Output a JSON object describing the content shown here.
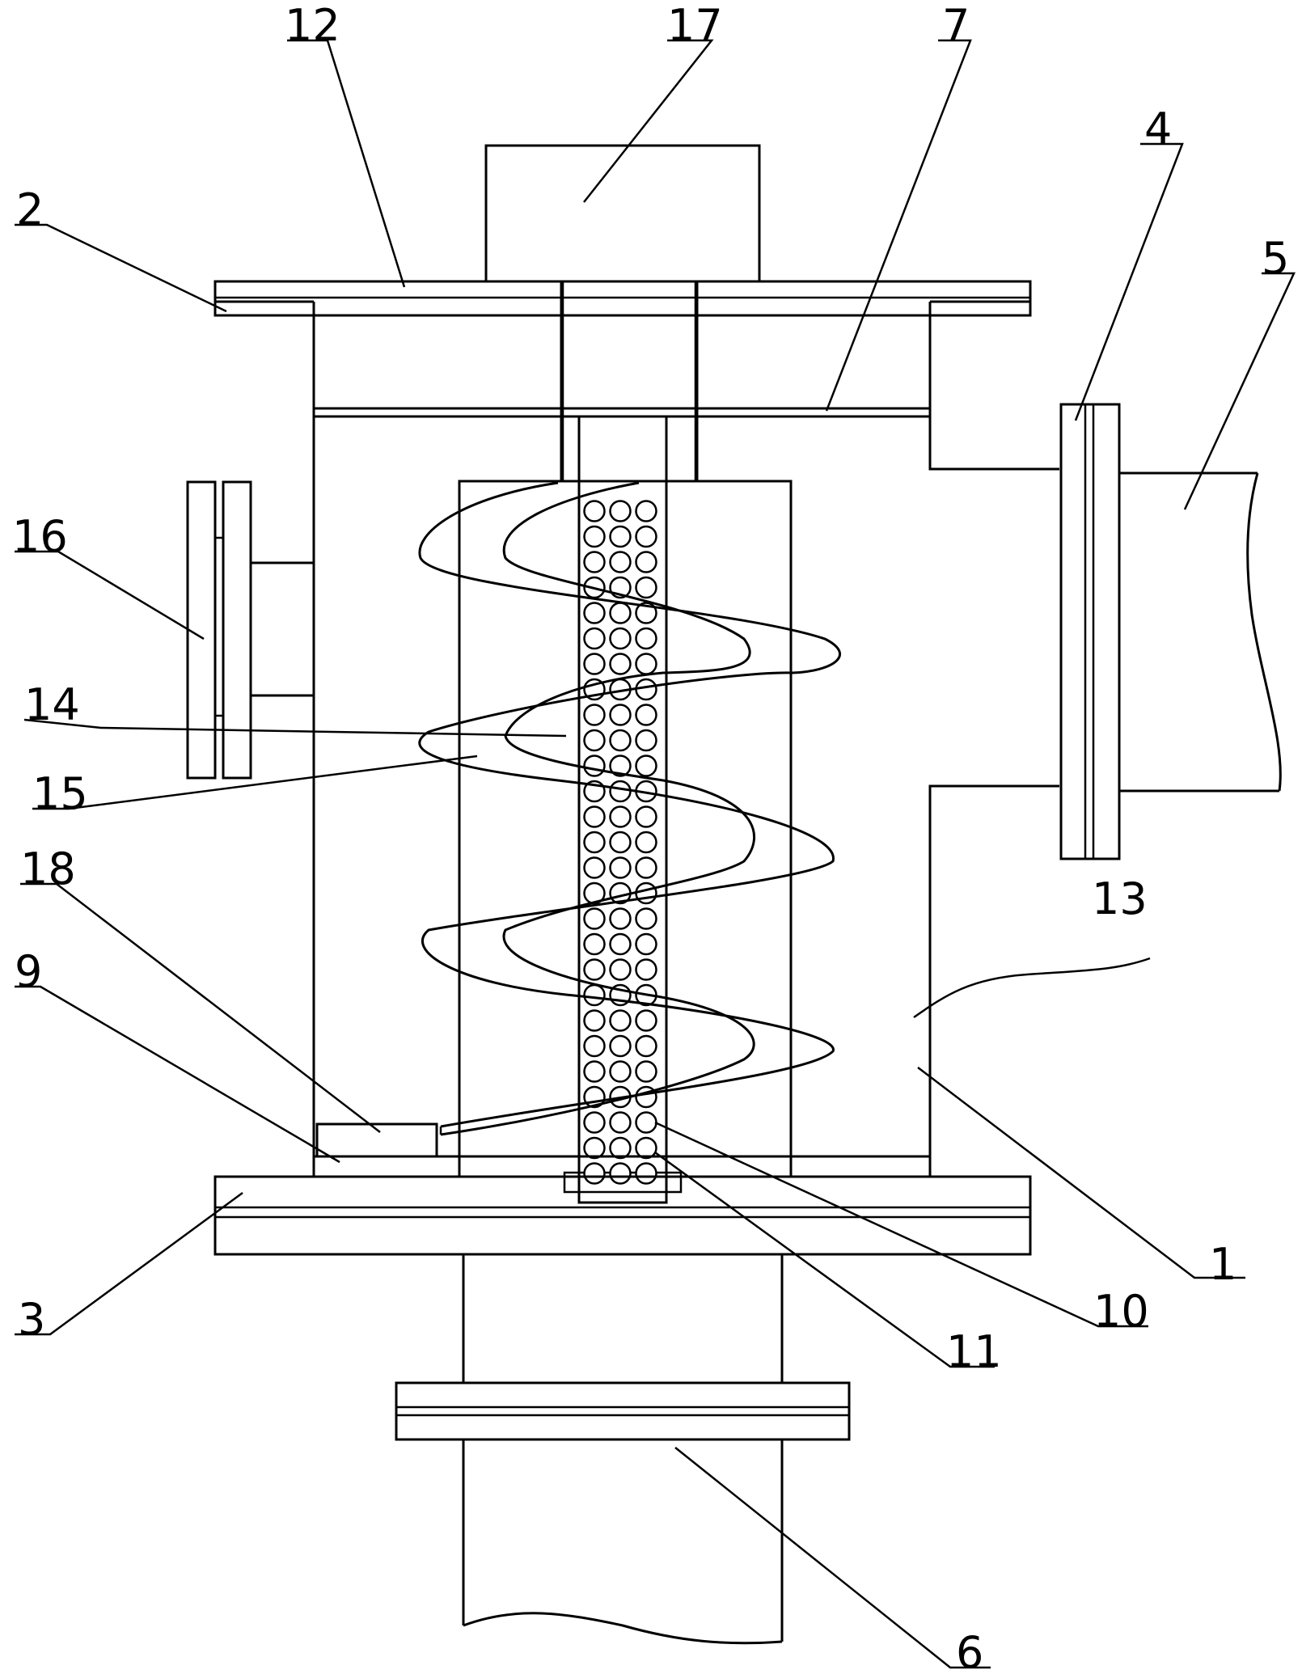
{
  "figure": {
    "labels": [
      {
        "id": "1",
        "text": "1"
      },
      {
        "id": "2",
        "text": "2"
      },
      {
        "id": "3",
        "text": "3"
      },
      {
        "id": "4",
        "text": "4"
      },
      {
        "id": "5",
        "text": "5"
      },
      {
        "id": "6",
        "text": "6"
      },
      {
        "id": "7",
        "text": "7"
      },
      {
        "id": "9",
        "text": "9"
      },
      {
        "id": "10",
        "text": "10"
      },
      {
        "id": "11",
        "text": "11"
      },
      {
        "id": "12",
        "text": "12"
      },
      {
        "id": "13",
        "text": "13"
      },
      {
        "id": "14",
        "text": "14"
      },
      {
        "id": "15",
        "text": "15"
      },
      {
        "id": "16",
        "text": "16"
      },
      {
        "id": "17",
        "text": "17"
      },
      {
        "id": "18",
        "text": "18"
      }
    ],
    "perforated_tube": {
      "rows": 27,
      "columns": 3
    }
  }
}
